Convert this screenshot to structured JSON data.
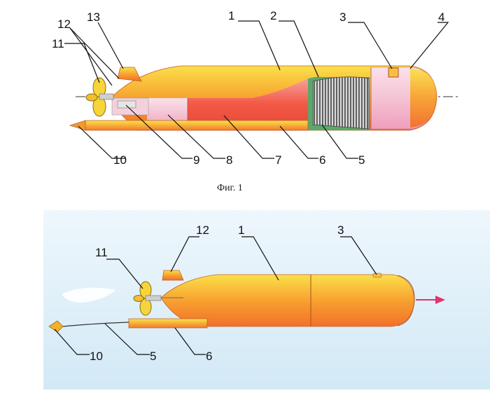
{
  "figure1": {
    "caption": "Фиг. 1",
    "labels": [
      "1",
      "2",
      "3",
      "4",
      "5",
      "6",
      "7",
      "8",
      "9",
      "10",
      "11",
      "12",
      "13"
    ]
  },
  "figure2": {
    "labels": [
      "1",
      "3",
      "5",
      "6",
      "10",
      "11",
      "12"
    ]
  },
  "colors": {
    "body_orange": "#f59a2e",
    "body_yellow": "#fbe24a",
    "red_section": "#f25a45",
    "pink_section": "#f4c3d4",
    "green_section": "#58a96a",
    "coil_grey": "#8a8a8a",
    "water_blue": "#dceef8",
    "arrow_pink": "#e8306a"
  }
}
